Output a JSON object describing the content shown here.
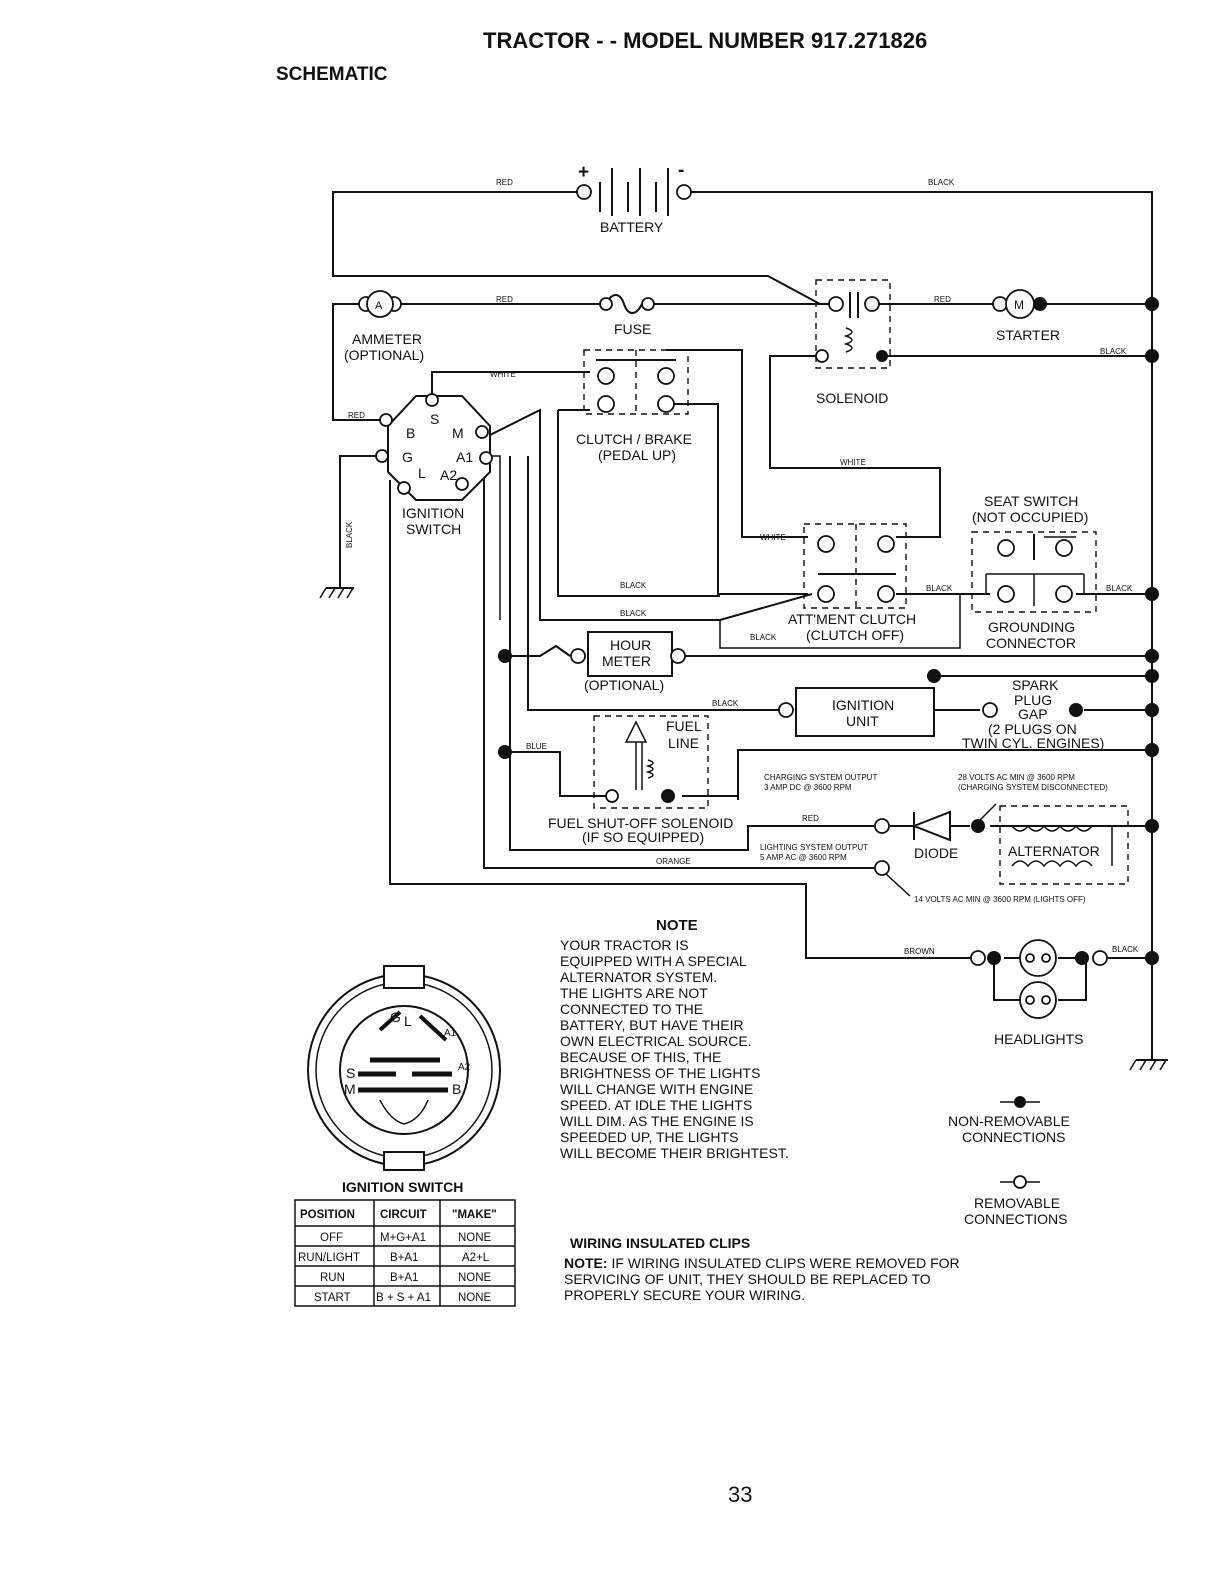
{
  "title": "TRACTOR - - MODEL NUMBER 917.271826",
  "subtitle": "SCHEMATIC",
  "page_number": "33",
  "colors": {
    "ink": "#111111",
    "paper": "#ffffff"
  },
  "battery": {
    "label": "BATTERY",
    "plus": "+",
    "minus": "-"
  },
  "components": {
    "ammeter": {
      "symbol": "A",
      "label": "AMMETER",
      "label2": "(OPTIONAL)"
    },
    "fuse": "FUSE",
    "starter": {
      "symbol": "M",
      "label": "STARTER"
    },
    "solenoid": "SOLENOID",
    "clutch_brake": {
      "label": "CLUTCH / BRAKE",
      "label2": "(PEDAL UP)"
    },
    "ignition_switch": {
      "label": "IGNITION",
      "label2": "SWITCH",
      "terminals": [
        "S",
        "B",
        "M",
        "G",
        "A1",
        "L",
        "A2"
      ]
    },
    "seat_switch": {
      "label": "SEAT SWITCH",
      "label2": "(NOT OCCUPIED)"
    },
    "attment_clutch": {
      "label": "ATT'MENT CLUTCH",
      "label2": "(CLUTCH OFF)"
    },
    "grounding_connector": {
      "label": "GROUNDING",
      "label2": "CONNECTOR"
    },
    "hour_meter": {
      "label": "HOUR",
      "label2": "METER",
      "label3": "(OPTIONAL)"
    },
    "ignition_unit": {
      "label": "IGNITION",
      "label2": "UNIT"
    },
    "spark_plug": {
      "label": "SPARK",
      "label2": "PLUG",
      "label3": "GAP",
      "label4": "(2 PLUGS ON",
      "label5": "TWIN CYL. ENGINES)"
    },
    "fuel_line": {
      "label": "FUEL",
      "label2": "LINE"
    },
    "fuel_solenoid": {
      "label": "FUEL SHUT-OFF SOLENOID",
      "label2": "(IF SO EQUIPPED)"
    },
    "diode": "DIODE",
    "alternator": "ALTERNATOR",
    "headlights": "HEADLIGHTS"
  },
  "wire_colors": {
    "red": "RED",
    "black": "BLACK",
    "white": "WHITE",
    "blue": "BLUE",
    "orange": "ORANGE",
    "brown": "BROWN"
  },
  "specs": {
    "charging": "CHARGING SYSTEM OUTPUT",
    "charging2": "3 AMP DC @ 3600 RPM",
    "volts28": "28 VOLTS AC MIN @ 3600 RPM",
    "volts28b": "(CHARGING SYSTEM DISCONNECTED)",
    "lighting": "LIGHTING SYSTEM OUTPUT",
    "lighting2": "5 AMP AC @ 3600 RPM",
    "volts14": "14 VOLTS AC MIN @ 3600 RPM (LIGHTS OFF)"
  },
  "note": {
    "heading": "NOTE",
    "lines": [
      "YOUR TRACTOR IS",
      "EQUIPPED WITH A SPECIAL",
      "ALTERNATOR SYSTEM.",
      "THE LIGHTS ARE NOT",
      "CONNECTED TO THE",
      "BATTERY, BUT HAVE THEIR",
      "OWN ELECTRICAL SOURCE.",
      "BECAUSE OF THIS, THE",
      "BRIGHTNESS OF THE LIGHTS",
      "WILL CHANGE WITH ENGINE",
      "SPEED.  AT IDLE THE LIGHTS",
      "WILL DIM.  AS THE ENGINE IS",
      "SPEEDED UP, THE LIGHTS",
      "WILL BECOME THEIR BRIGHTEST."
    ]
  },
  "legend": {
    "non_removable": "NON-REMOVABLE",
    "non_removable2": "CONNECTIONS",
    "removable": "REMOVABLE",
    "removable2": "CONNECTIONS"
  },
  "ignition_plug": {
    "labels": [
      "G",
      "L",
      "A1",
      "A2",
      "S",
      "M",
      "B"
    ]
  },
  "ignition_table": {
    "caption": "IGNITION SWITCH",
    "headers": [
      "POSITION",
      "CIRCUIT",
      "\"MAKE\""
    ],
    "rows": [
      [
        "OFF",
        "M+G+A1",
        "NONE"
      ],
      [
        "RUN/LIGHT",
        "B+A1",
        "A2+L"
      ],
      [
        "RUN",
        "B+A1",
        "NONE"
      ],
      [
        "START",
        "B + S + A1",
        "NONE"
      ]
    ]
  },
  "clips": {
    "heading": "WIRING INSULATED CLIPS",
    "note_label": "NOTE:",
    "line1": " IF WIRING INSULATED CLIPS WERE REMOVED FOR",
    "line2": "SERVICING OF UNIT, THEY SHOULD BE REPLACED TO",
    "line3": "PROPERLY SECURE YOUR WIRING."
  }
}
